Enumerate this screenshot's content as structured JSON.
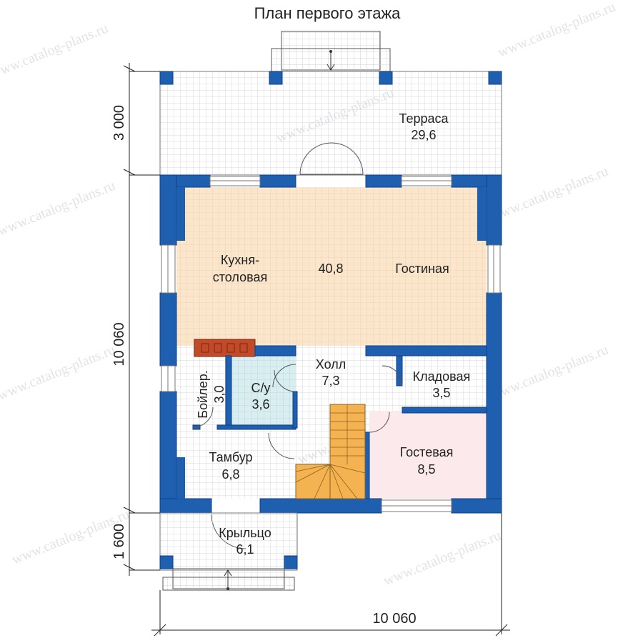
{
  "title": "План первого этажа",
  "watermark": "www.catalog-plans.ru",
  "dimensions": {
    "terrace_depth": "3 000",
    "house_depth": "10 060",
    "porch_depth": "1 600",
    "house_width": "10 060"
  },
  "rooms": {
    "terrace": {
      "name": "Терраса",
      "area": "29,6"
    },
    "kitchen": {
      "name_line1": "Кухня-",
      "name_line2": "столовая"
    },
    "living_area": "40,8",
    "living": {
      "name": "Гостиная"
    },
    "hall": {
      "name": "Холл",
      "area": "7,3"
    },
    "storage": {
      "name": "Кладовая",
      "area": "3,5"
    },
    "boiler": {
      "name": "Бойлер.",
      "area": "3,0"
    },
    "wc": {
      "name": "С/у",
      "area": "3,6"
    },
    "vestibule": {
      "name": "Тамбур",
      "area": "6,8"
    },
    "guest": {
      "name": "Гостевая",
      "area": "8,5"
    },
    "porch": {
      "name": "Крыльцо",
      "area": "6,1"
    }
  },
  "colors": {
    "wall": "#1f5fb0",
    "wall_dark": "#0d3f85",
    "kitchen_floor": "#fbe6cc",
    "guest_floor": "#fbe9ec",
    "wc_floor": "#d9eef0",
    "stair": "#f4b350",
    "stove": "#c24a28",
    "tile_grid": "#c9ced6",
    "dimension": "#222222",
    "watermark": "#c8ccd2"
  }
}
